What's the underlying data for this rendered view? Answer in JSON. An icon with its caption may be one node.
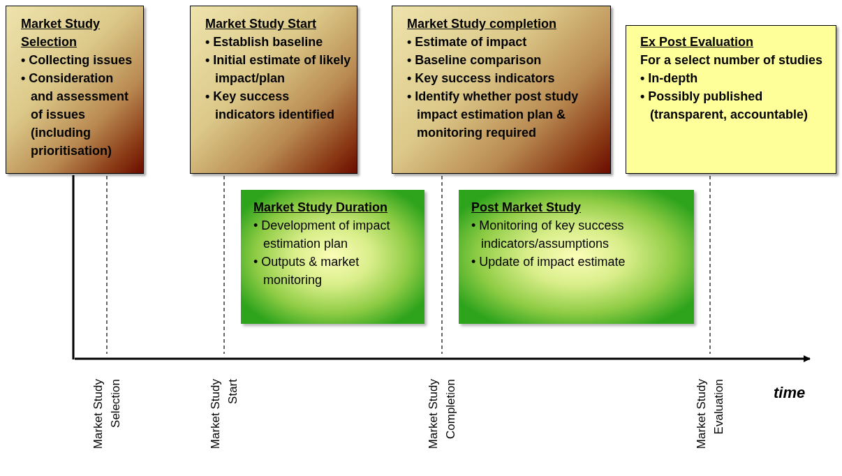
{
  "diagram": {
    "nodes": [
      {
        "text": [
          "Market Study Selection",
          "• Collecting issues",
          "• Consideration and assessment of issues (including prioritisation)"
        ]
      },
      {
        "text": [
          "Market Study Start",
          "• Establish baseline",
          "• Initial estimate of likely impact/plan",
          "• Key success indicators identified"
        ]
      },
      {
        "text": [
          "Market Study completion",
          "• Estimate of impact",
          "• Baseline comparison",
          "• Key success indicators",
          "• Identify whether post study impact estimation plan & monitoring required"
        ]
      },
      {
        "text": [
          "Ex Post Evaluation",
          "For a select number of studies",
          "• In-depth",
          "• Possibly published (transparent, accountable)"
        ]
      },
      {
        "text": [
          "Market Study Duration",
          "• Development of impact estimation plan",
          "• Outputs & market monitoring"
        ]
      },
      {
        "text": [
          "Post Market Study",
          "• Monitoring of key success indicators/assumptions",
          "• Update of impact estimate"
        ]
      }
    ],
    "labels": [
      "Market Study Selection",
      "Market Study Start",
      "Market Study Completion",
      "Market Study Evaluation",
      "time"
    ]
  }
}
